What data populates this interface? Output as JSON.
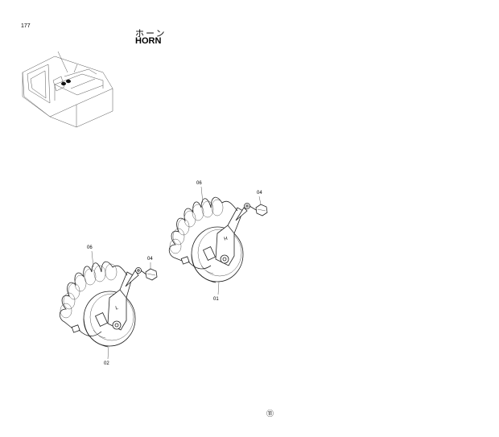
{
  "header": {
    "page_number": "177",
    "title_jp": "ホーン",
    "title_en": "HORN"
  },
  "callouts": {
    "horn_high": "01",
    "horn_low": "02",
    "bolt_upper": "04",
    "bolt_lower": "04",
    "harness_upper": "06",
    "harness_lower": "06"
  },
  "stamps": {
    "horn_high_letter": "H",
    "horn_low_letter": "L"
  },
  "footer": {
    "mark": "⑪"
  }
}
